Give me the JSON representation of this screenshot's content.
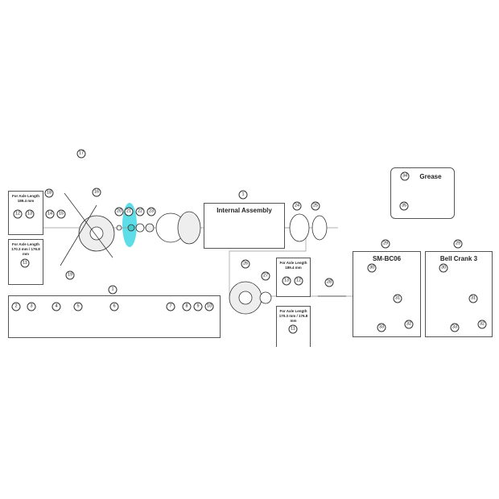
{
  "boxes": {
    "internal_assembly": "Internal Assembly",
    "grease": "Grease",
    "sm_bc06": "SM-BC06",
    "bell_crank": "Bell Crank 3",
    "axle_label": "For Axle Length",
    "axle_long": "189.4 mm",
    "axle_short": "170.3 mm / 176.8 mm"
  },
  "highlight_color": "#3fd7e3",
  "callouts": [
    "1",
    "2",
    "3",
    "4",
    "5",
    "6",
    "7",
    "8",
    "9",
    "10",
    "11",
    "12",
    "13",
    "14",
    "15",
    "16",
    "17",
    "18",
    "19",
    "20",
    "21",
    "22",
    "23",
    "24",
    "25",
    "26",
    "27",
    "28",
    "29",
    "30",
    "31",
    "32",
    "33",
    "34",
    "35"
  ]
}
